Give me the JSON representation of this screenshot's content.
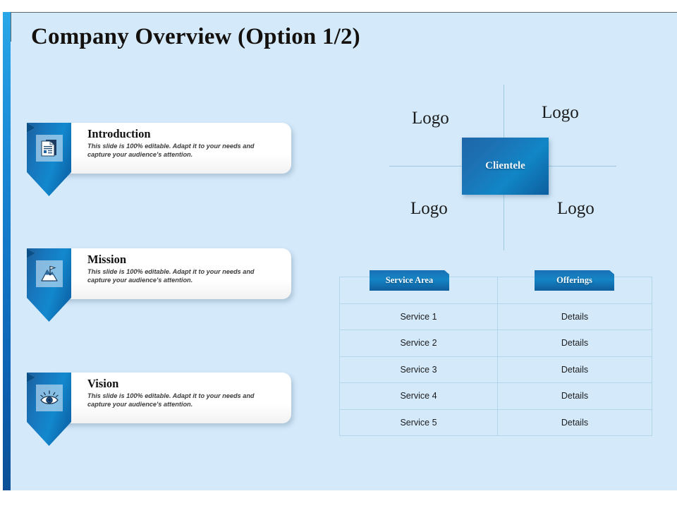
{
  "slide": {
    "title": "Company Overview (Option 1/2)",
    "accent_color": "#1279c9",
    "background_color": "#d4eafb"
  },
  "features": [
    {
      "heading": "Introduction",
      "description": "This slide is 100% editable. Adapt it to your needs and capture your audience's attention.",
      "icon": "document-icon"
    },
    {
      "heading": "Mission",
      "description": "This slide is 100% editable. Adapt it to your needs and capture your audience's attention.",
      "icon": "mountain-flag-icon"
    },
    {
      "heading": "Vision",
      "description": "This slide is 100% editable. Adapt it to your needs and capture your audience's attention.",
      "icon": "eye-icon"
    }
  ],
  "clientele": {
    "center_label": "Clientele",
    "logo_top_left": "Logo",
    "logo_top_right": "Logo",
    "logo_bottom_left": "Logo",
    "logo_bottom_right": "Logo"
  },
  "service_table": {
    "headers": [
      "Service Area",
      "Offerings"
    ],
    "rows": [
      [
        "Service 1",
        "Details"
      ],
      [
        "Service 2",
        "Details"
      ],
      [
        "Service 3",
        "Details"
      ],
      [
        "Service 4",
        "Details"
      ],
      [
        "Service 5",
        "Details"
      ]
    ]
  }
}
